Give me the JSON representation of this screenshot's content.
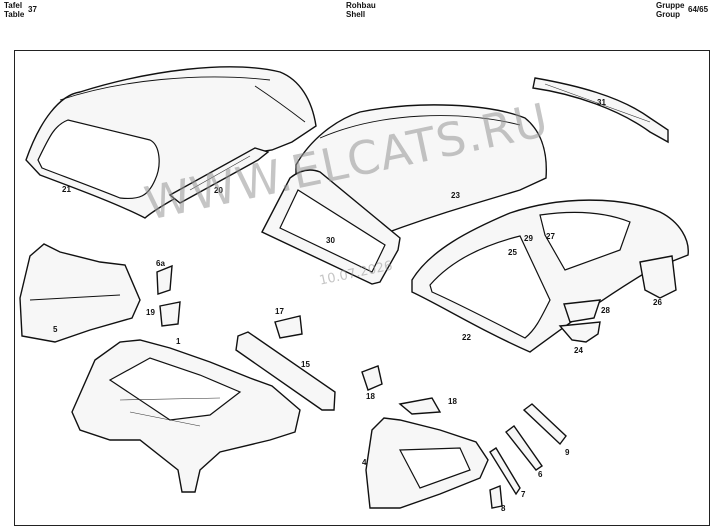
{
  "header": {
    "left_line1": "Tafel",
    "left_line2": "Table",
    "table_number": "37",
    "center_line1": "Rohbau",
    "center_line2": "Shell",
    "right_line1": "Gruppe",
    "right_line2": "Group",
    "group_number": "64/65"
  },
  "watermark": {
    "brand": "WWW.ELCATS.RU",
    "date": "10.07.2026"
  },
  "parts": [
    {
      "label": "21"
    },
    {
      "label": "20"
    },
    {
      "label": "31"
    },
    {
      "label": "23"
    },
    {
      "label": "30"
    },
    {
      "label": "27"
    },
    {
      "label": "29"
    },
    {
      "label": "25"
    },
    {
      "label": "6a"
    },
    {
      "label": "5"
    },
    {
      "label": "19"
    },
    {
      "label": "1"
    },
    {
      "label": "17"
    },
    {
      "label": "15"
    },
    {
      "label": "22"
    },
    {
      "label": "26"
    },
    {
      "label": "28"
    },
    {
      "label": "24"
    },
    {
      "label": "18"
    },
    {
      "label": "18"
    },
    {
      "label": "4"
    },
    {
      "label": "7"
    },
    {
      "label": "6"
    },
    {
      "label": "9"
    },
    {
      "label": "8"
    }
  ]
}
